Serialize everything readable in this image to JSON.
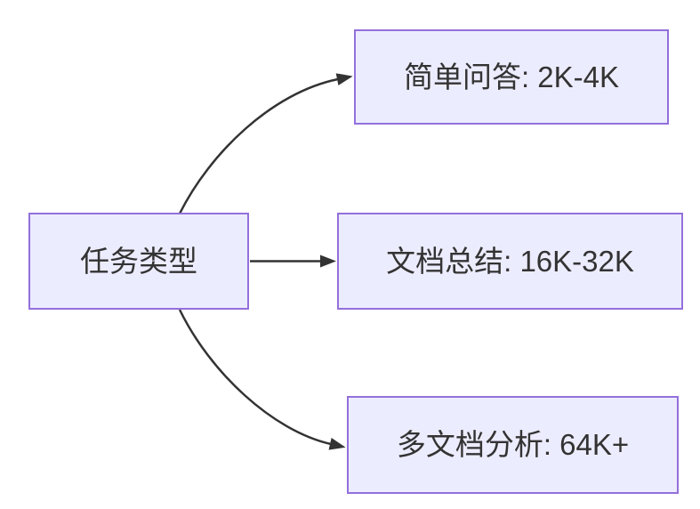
{
  "theme": {
    "background": "#FFFFFF",
    "node_fill": "#ECECFF",
    "node_border": "#9370DB",
    "text_color": "#333333",
    "edge_color": "#333333"
  },
  "diagram": {
    "type": "flowchart-left-to-right",
    "nodes": {
      "root": {
        "label": "任务类型"
      },
      "simple_qa": {
        "label": "简单问答: 2K-4K"
      },
      "doc_summary": {
        "label": "文档总结: 16K-32K"
      },
      "multi_doc": {
        "label": "多文档分析: 64K+"
      }
    },
    "edges": [
      {
        "from": "root",
        "to": "simple_qa",
        "style": "curved-up"
      },
      {
        "from": "root",
        "to": "doc_summary",
        "style": "straight"
      },
      {
        "from": "root",
        "to": "multi_doc",
        "style": "curved-down"
      }
    ]
  }
}
